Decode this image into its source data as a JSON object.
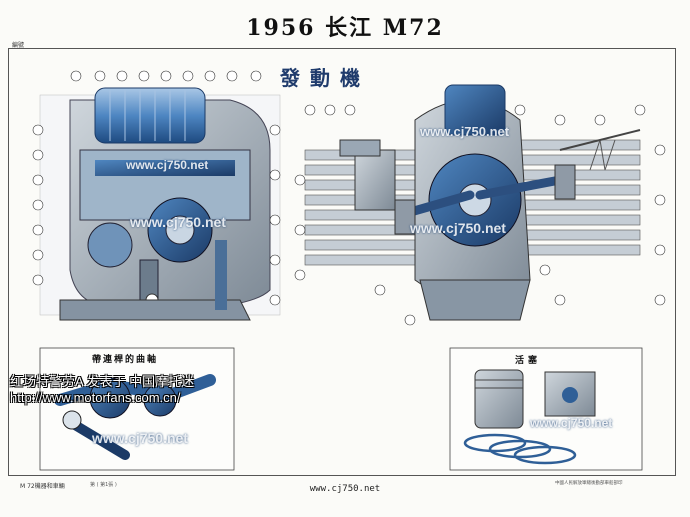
{
  "title": "1956 长江 M72",
  "heading": "發動機",
  "top_left_mark": "編號",
  "crankshaft_box_title": "帶連桿的曲軸",
  "piston_box_title": "活塞",
  "watermarks": [
    "www.cj750.net",
    "www.cj750.net",
    "www.cj750.net",
    "www.cj750.net",
    "www.cj750.net",
    "www.cj750.net"
  ],
  "forum_overlay": {
    "line1": "红场特警劳A 发表于 中国摩托迷",
    "line2": "http://www.motorfans.com.cn/"
  },
  "footer": {
    "url": "www.cj750.net",
    "left_code": "M 72機器和車輛",
    "left_sub": "第 ( 第1張 )",
    "right_note": "中國人民解放軍總後勤部車船部印"
  },
  "colors": {
    "accent_blue": "#2f5f97",
    "dark_blue": "#1b3a66",
    "frame": "#555555"
  }
}
